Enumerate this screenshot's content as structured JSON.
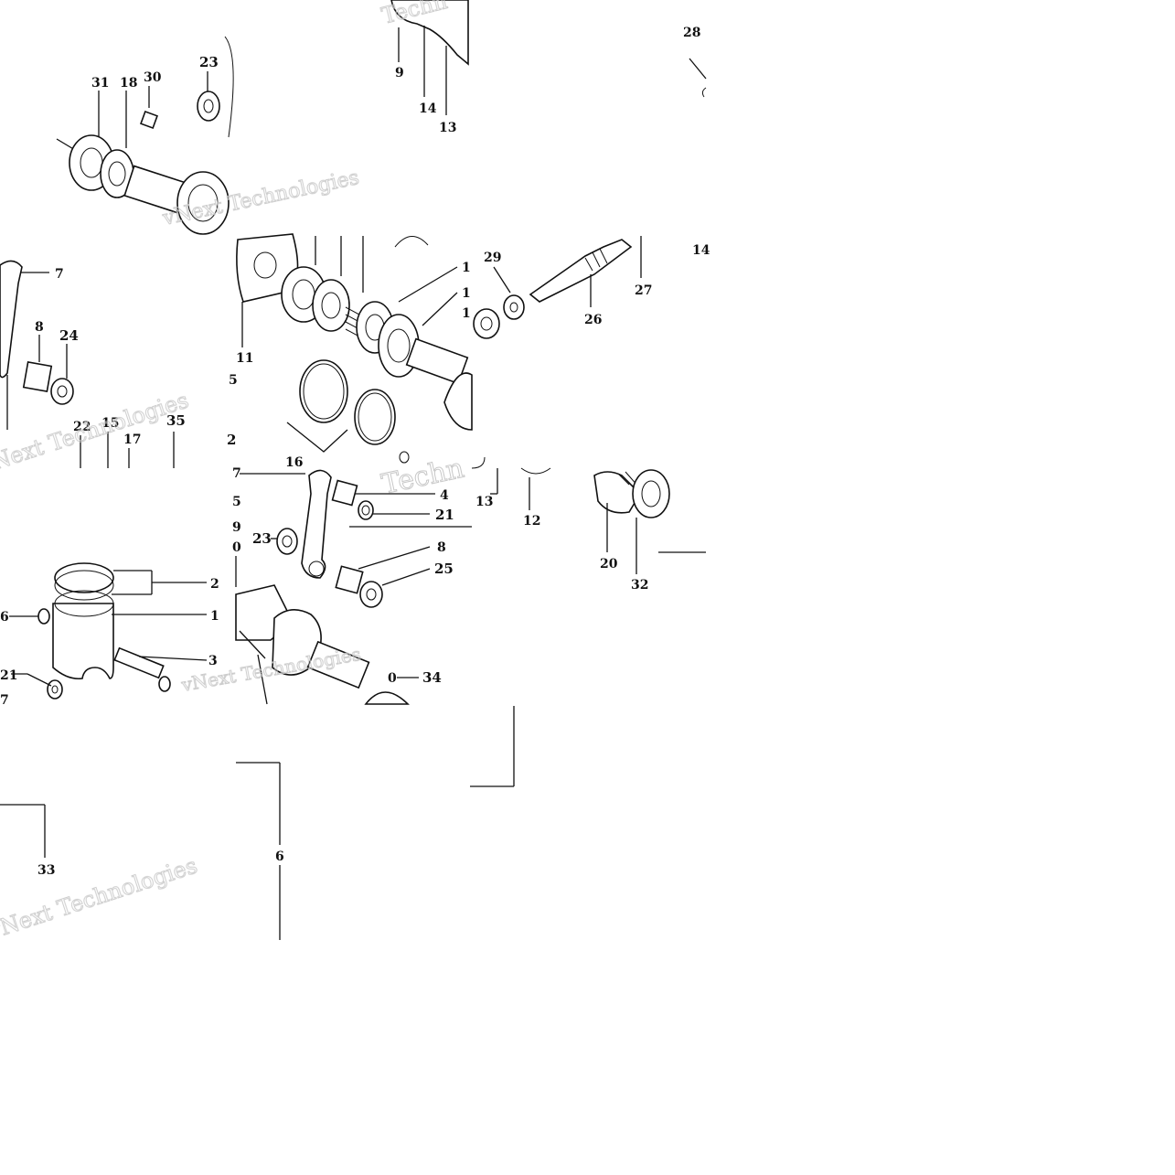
{
  "watermark": "vNext Technologies",
  "watermark_fragment": "Techn",
  "callouts": {
    "c31": "31",
    "c18": "18",
    "c30": "30",
    "c23a": "23",
    "c9a": "9",
    "c14a": "14",
    "c13a": "13",
    "c28": "28",
    "c7a": "7",
    "c8a": "8",
    "c24": "24",
    "c22": "22",
    "c15": "15",
    "c17": "17",
    "c35": "35",
    "c11": "11",
    "c5a": "5",
    "c2a": "2",
    "c16": "16",
    "c1a": "1",
    "c19a": "1",
    "c10a": "1",
    "c29": "29",
    "c27": "27",
    "c26": "26",
    "c14b": "14",
    "c7b": "7",
    "c4": "4",
    "c21a": "21",
    "c23b": "23",
    "c8b": "8",
    "c25": "25",
    "c5b": "5",
    "c9b": "9",
    "c0": "0",
    "c13b": "13",
    "c12": "12",
    "c20": "20",
    "c32": "32",
    "c2b": "2",
    "c1b": "1",
    "c6a": "6",
    "c3": "3",
    "c21b": "21",
    "c7c": "7",
    "c34": "34",
    "c33": "33",
    "c6b": "6"
  }
}
